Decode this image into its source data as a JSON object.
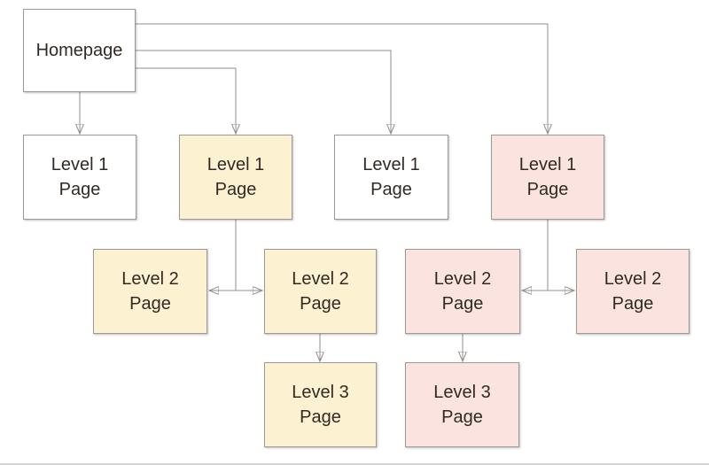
{
  "diagram": {
    "type": "sitemap-hierarchy-flowchart",
    "background": "#ffffff",
    "colors": {
      "white_fill": "#ffffff",
      "cream_fill": "#fcf2d2",
      "pink_fill": "#fbe3e0",
      "box_border": "#9a9a9a",
      "connector": "#8f8f8f",
      "arrowhead": "#111111",
      "text": "#312a24"
    },
    "nodes": [
      {
        "id": "homepage",
        "label": "Homepage",
        "fill": "#ffffff"
      },
      {
        "id": "level1-1",
        "label": "Level 1\nPage",
        "fill": "#ffffff"
      },
      {
        "id": "level1-2",
        "label": "Level 1\nPage",
        "fill": "#fcf2d2"
      },
      {
        "id": "level1-3",
        "label": "Level 1\nPage",
        "fill": "#ffffff"
      },
      {
        "id": "level1-4",
        "label": "Level 1\nPage",
        "fill": "#fbe3e0"
      },
      {
        "id": "level2-1",
        "label": "Level 2\nPage",
        "fill": "#fcf2d2"
      },
      {
        "id": "level2-2",
        "label": "Level 2\nPage",
        "fill": "#fcf2d2"
      },
      {
        "id": "level2-3",
        "label": "Level 2\nPage",
        "fill": "#fbe3e0"
      },
      {
        "id": "level2-4",
        "label": "Level 2\nPage",
        "fill": "#fbe3e0"
      },
      {
        "id": "level3-1",
        "label": "Level 3\nPage",
        "fill": "#fcf2d2"
      },
      {
        "id": "level3-2",
        "label": "Level 3\nPage",
        "fill": "#fbe3e0"
      }
    ],
    "connectors": [
      {
        "from": "homepage",
        "to": "level1-1",
        "arrow": "down"
      },
      {
        "from": "homepage",
        "to": "level1-2",
        "arrow": "down"
      },
      {
        "from": "homepage",
        "to": "level1-3",
        "arrow": "down"
      },
      {
        "from": "homepage",
        "to": "level1-4",
        "arrow": "down"
      },
      {
        "from": "level1-2",
        "to": "level2-1",
        "arrow": "branch-left"
      },
      {
        "from": "level1-2",
        "to": "level2-2",
        "arrow": "branch-right"
      },
      {
        "from": "level2-2",
        "to": "level3-1",
        "arrow": "down"
      },
      {
        "from": "level1-4",
        "to": "level2-3",
        "arrow": "branch-left"
      },
      {
        "from": "level1-4",
        "to": "level2-4",
        "arrow": "branch-right"
      },
      {
        "from": "level2-3",
        "to": "level3-2",
        "arrow": "down"
      }
    ]
  }
}
